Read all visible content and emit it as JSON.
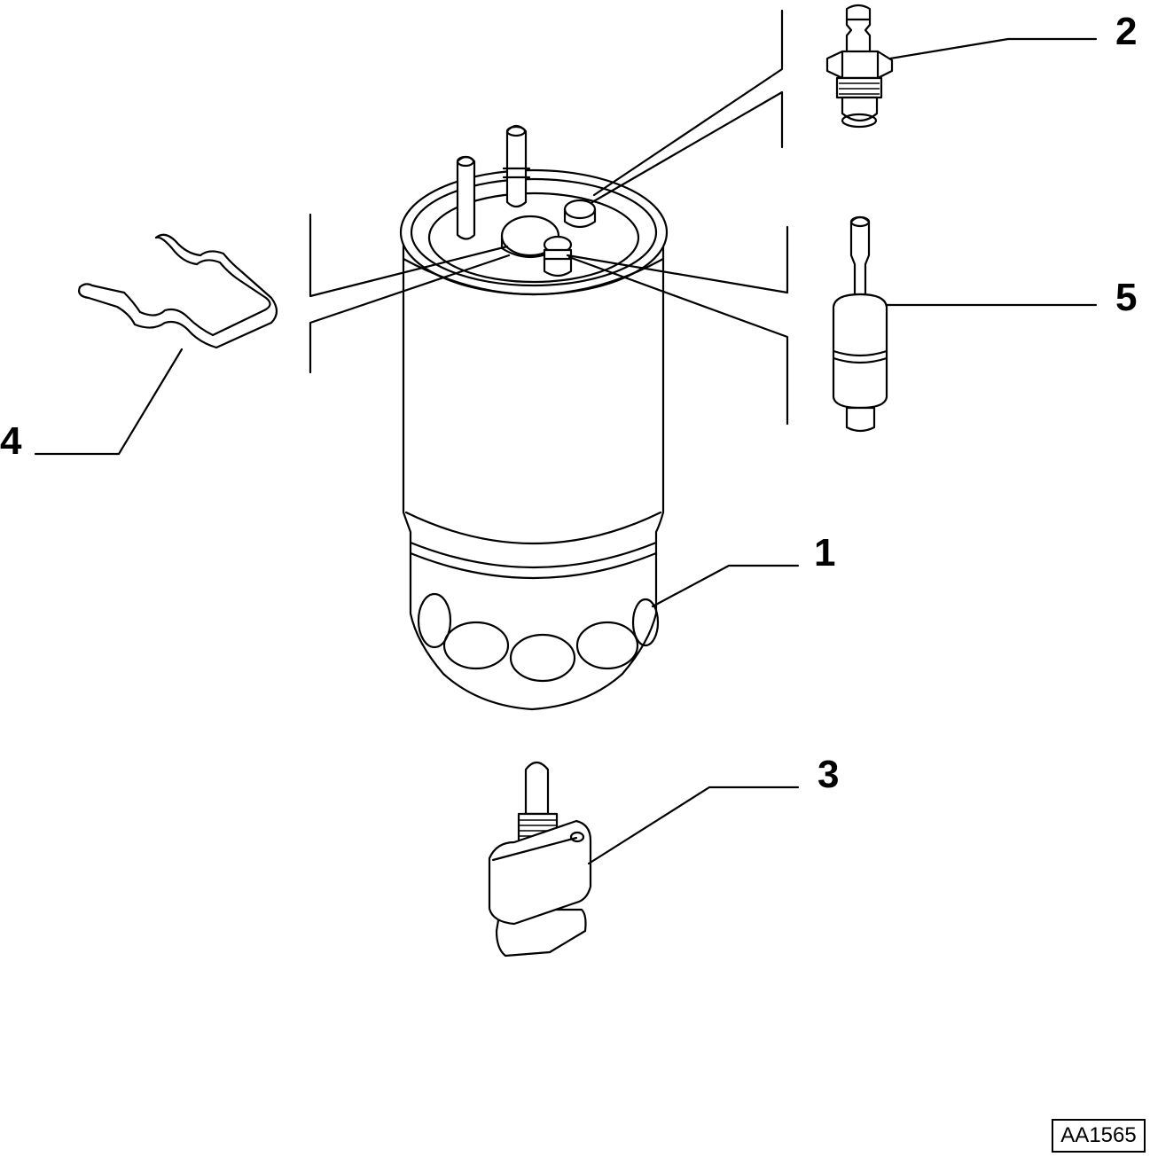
{
  "diagram": {
    "reference_code": "AA1565",
    "parts": [
      {
        "number": "1"
      },
      {
        "number": "2"
      },
      {
        "number": "3"
      },
      {
        "number": "4"
      },
      {
        "number": "5"
      }
    ]
  }
}
